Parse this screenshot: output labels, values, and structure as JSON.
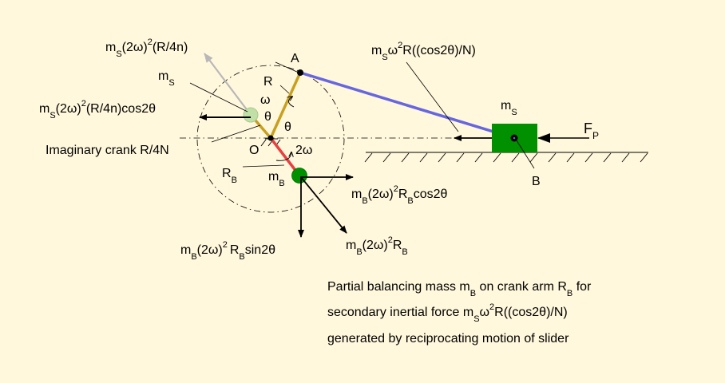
{
  "colors": {
    "background": "#fff8dc",
    "crank": "#c8a020",
    "connecting_rod": "#6666e0",
    "balance_arm": "#e84040",
    "slider": "#009000",
    "mass_b": "#009000",
    "imaginary_mass": "#c0e0a8",
    "grey_force": "#b8b8b8"
  },
  "labels": {
    "point_a": "A",
    "point_b": "B",
    "point_o": "O",
    "crank_r": "R",
    "omega": "ω",
    "two_omega": "2ω",
    "theta_1": "θ",
    "theta_2": "θ",
    "imaginary_crank": "Imaginary crank R/4N",
    "ms_top": {
      "main": "m",
      "sub": "S",
      "rest": "(2ω)",
      "sup": "2",
      "tail": "(R/4n)"
    },
    "ms_mass": {
      "main": "m",
      "sub": "S"
    },
    "ms_cos": {
      "main": "m",
      "sub": "S",
      "rest": "(2ω)",
      "sup": "2",
      "tail": "(R/4n)cos2θ"
    },
    "secondary_force": {
      "main": "m",
      "sub": "S",
      "rest": "ω",
      "sup": "2",
      "tail": "R((cos2θ)/N)"
    },
    "slider_mass": {
      "main": "m",
      "sub": "S"
    },
    "fp": {
      "main": "F",
      "sub": "P"
    },
    "rb": {
      "main": "R",
      "sub": "B"
    },
    "mb": {
      "main": "m",
      "sub": "B"
    },
    "mb_cos": {
      "main": "m",
      "sub": "B",
      "rest": "(2ω)",
      "sup": "2",
      "mid": "R",
      "midsub": "B",
      "tail": "cos2θ"
    },
    "mb_sin": {
      "main": "m",
      "sub": "B",
      "rest": "(2ω)",
      "sup": "2",
      "mid": "R",
      "midsub": "B",
      "tail": "sin2θ"
    },
    "mb_total": {
      "main": "m",
      "sub": "B",
      "rest": "(2ω)",
      "sup": "2",
      "mid": "R",
      "midsub": "B"
    }
  },
  "caption": {
    "line1_a": "Partial balancing mass m",
    "line1_sub1": "B",
    "line1_b": " on crank arm R",
    "line1_sub2": "B",
    "line1_c": " for",
    "line2_a": "secondary inertial force m",
    "line2_sub": "S",
    "line2_b": "ω",
    "line2_sup": "2",
    "line2_c": "R((cos2θ)/N)",
    "line3": "generated by reciprocating motion of slider"
  }
}
